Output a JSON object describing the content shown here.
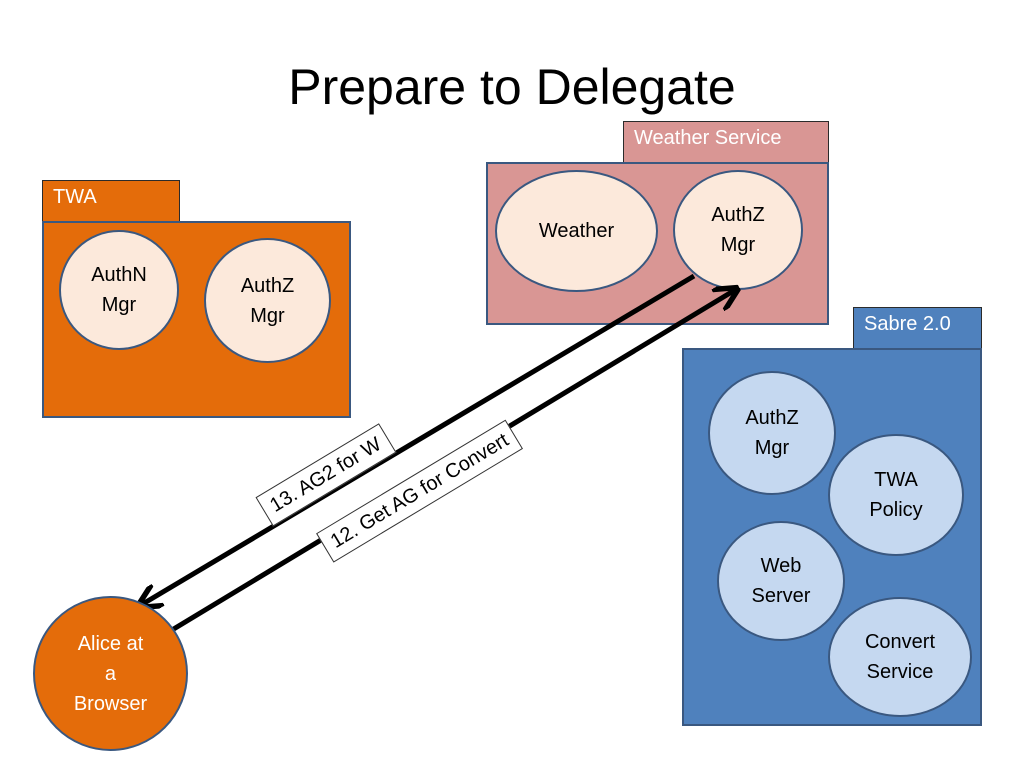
{
  "title": "Prepare to Delegate",
  "colors": {
    "orange": "#e46c0a",
    "pink": "#d99694",
    "blue": "#4f81bd",
    "peach": "#fce9db",
    "lightblue": "#c5d8f0",
    "outline": "#3a5880"
  },
  "groups": {
    "twa": {
      "label": "TWA",
      "nodes": [
        "AuthN\nMgr",
        "AuthZ\nMgr"
      ]
    },
    "weather": {
      "label": "Weather Service",
      "nodes": [
        "Weather",
        "AuthZ\nMgr"
      ]
    },
    "sabre": {
      "label": "Sabre 2.0",
      "nodes": [
        "AuthZ\nMgr",
        "TWA\nPolicy",
        "Web\nServer",
        "Convert\nService"
      ]
    }
  },
  "alice": "Alice at\na\nBrowser",
  "messages": {
    "m13": "13. AG2 for W",
    "m12": "12. Get AG for Convert"
  }
}
